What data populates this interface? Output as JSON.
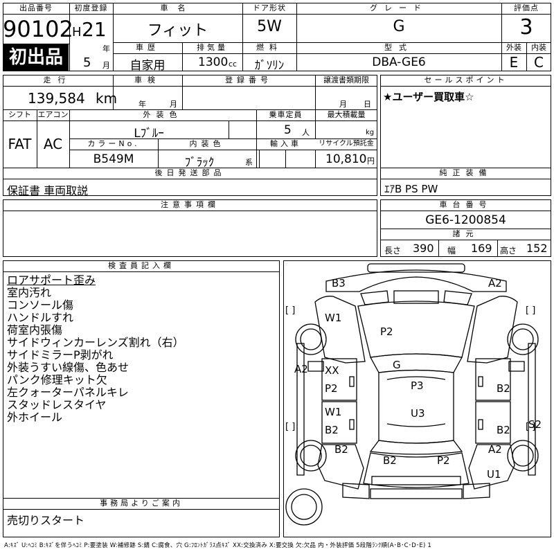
{
  "headers": {
    "lot_no": "出品番号",
    "first_reg": "初度登録",
    "car_name": "車名",
    "door": "ドア形状",
    "grade": "グレード",
    "score": "評価点",
    "history": "車歴",
    "displacement": "排気量",
    "fuel": "燃料",
    "model": "型式",
    "exterior": "外装",
    "interior": "内装",
    "mileage": "走行",
    "inspection": "車検",
    "reg_no": "登録番号",
    "transfer_deadline": "譲渡書類期限",
    "sales_point": "セールスポイント",
    "shift": "シフト",
    "aircon": "エアコン",
    "ext_color": "外装色",
    "capacity": "乗車定員",
    "max_load": "最大積載量",
    "color_no": "カラーNo.",
    "int_color": "内装色",
    "import": "輸入車",
    "recycle": "リサイクル預託金",
    "later_parts": "後日発送部品",
    "equipment": "純正装備",
    "notes": "注意事項欄",
    "chassis_no": "車台番号",
    "specs": "諸元",
    "inspector": "検査員記入欄",
    "office": "事務局よりご案内"
  },
  "vehicle": {
    "lot_no": "90102",
    "first_listing": "初出品",
    "era": "H",
    "year": "21",
    "year_unit": "年",
    "month": "5",
    "month_unit": "月",
    "car_name": "フィット",
    "door": "5W",
    "grade": "G",
    "score": "3",
    "history": "自家用",
    "displacement": "1300",
    "displacement_unit": "cc",
    "fuel": "ｶﾞｿﾘﾝ",
    "model": "DBA-GE6",
    "exterior_score": "E",
    "interior_score": "C",
    "mileage": "139,584",
    "mileage_unit": "km",
    "insp_year_unit": "年",
    "insp_month_unit": "月",
    "transfer_month_unit": "月",
    "transfer_day_unit": "日",
    "sales_point": "★ユーザー買取車☆",
    "shift": "FAT",
    "aircon": "AC",
    "ext_color": "Lﾌﾞﾙｰ",
    "capacity": "5",
    "capacity_unit": "人",
    "max_load_unit": "kg",
    "color_no": "B549M",
    "int_color": "ﾌﾞﾗｯｸ",
    "int_color_suffix": "系",
    "recycle": "10,810",
    "recycle_unit": "円",
    "later_parts": "保証書 車両取説",
    "equipment": "ｴｱB PS PW",
    "chassis_no": "GE6-1200854",
    "length_label": "長さ",
    "length": "390",
    "width_label": "幅",
    "width": "169",
    "height_label": "高さ",
    "height": "152"
  },
  "inspector_notes": [
    "ロアサポート歪み",
    "室内汚れ",
    "コンソール傷",
    "ハンドルすれ",
    "荷室内張傷",
    "サイドウィンカーレンズ割れ（右）",
    "サイドミラーP剥がれ",
    "外装うすい線傷、色あせ",
    "パンク修理キット欠",
    "左クォーターパネルキレ",
    "スタッドレスタイヤ",
    "外ホイール"
  ],
  "office_note": "売切りスタート",
  "damage_marks": {
    "b3_front_left": "B3",
    "a2_front_right": "A2",
    "w1_windshield": "W1",
    "p2_hood": "P2",
    "a2_left_fender": "A2",
    "xx_left_front_door": "XX",
    "p2_left_front_door": "P2",
    "g_roof_front": "G",
    "p3_roof": "P3",
    "b2_right_front_door": "B2",
    "w1_left_rear": "W1",
    "b2_left_rear_door": "B2",
    "u3_roof_rear": "U3",
    "b2_right_rear_door": "B2",
    "s2_right_quarter": "S2",
    "b2_left_quarter": "B2",
    "a2_right_quarter": "A2",
    "b2_trunk": "B2",
    "p2_trunk": "P2",
    "u1_rear_right": "U1"
  },
  "diagram_brackets": {
    "left_front": "[    ]",
    "right_front": "[    ]",
    "left_rear": "[    ]",
    "right_rear": "[    ]"
  },
  "legend": "A:ｷｽﾞ U:ﾍｺﾐ B:ｷｽﾞを伴うﾍｺﾐ P:要塗装 W:補修跡 S:錆 C:腐食、穴 G:ﾌﾛﾝﾄｶﾞﾗｽ点ｷｽﾞ XX:交換済み X:要交換 欠:欠品 内・外装評価 5段階ﾗﾝｸ順(A･B･C･D･E) 1"
}
